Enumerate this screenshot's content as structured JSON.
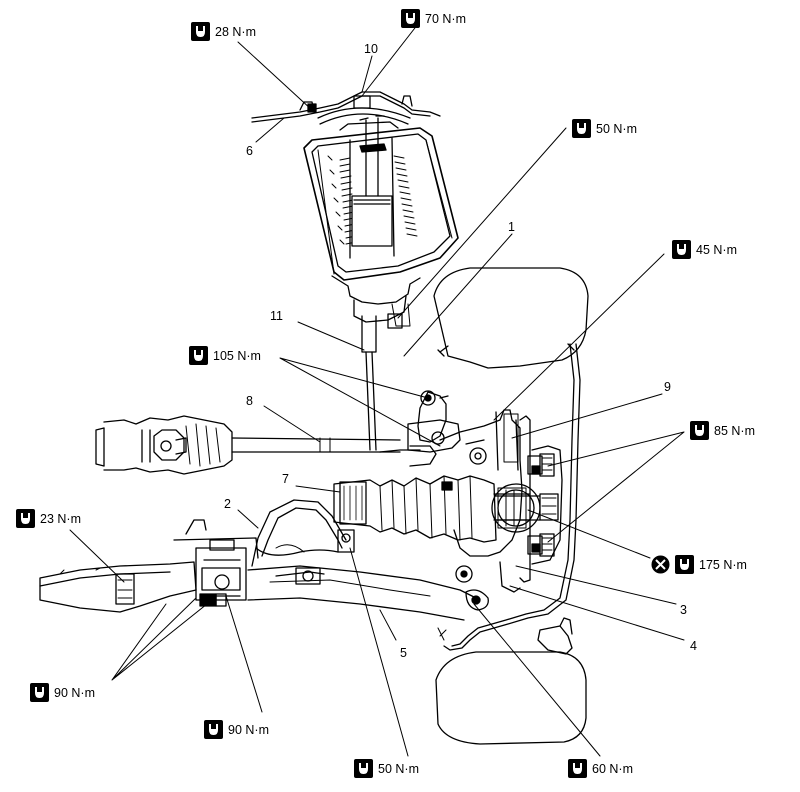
{
  "icons": {
    "torque": "wrench-torque-icon",
    "replace": "circle-cross-icon"
  },
  "torque_labels": [
    {
      "id": "t28",
      "value": "28 N·m"
    },
    {
      "id": "t70",
      "value": "70 N·m"
    },
    {
      "id": "t50a",
      "value": "50 N·m"
    },
    {
      "id": "t45",
      "value": "45 N·m"
    },
    {
      "id": "t105",
      "value": "105 N·m"
    },
    {
      "id": "t85",
      "value": "85 N·m"
    },
    {
      "id": "t23",
      "value": "23 N·m"
    },
    {
      "id": "t175",
      "value": "175 N·m"
    },
    {
      "id": "t90a",
      "value": "90 N·m"
    },
    {
      "id": "t90b",
      "value": "90 N·m"
    },
    {
      "id": "t50b",
      "value": "50 N·m"
    },
    {
      "id": "t60",
      "value": "60 N·m"
    }
  ],
  "callouts": [
    "1",
    "2",
    "3",
    "4",
    "5",
    "6",
    "7",
    "8",
    "9",
    "10",
    "11"
  ]
}
